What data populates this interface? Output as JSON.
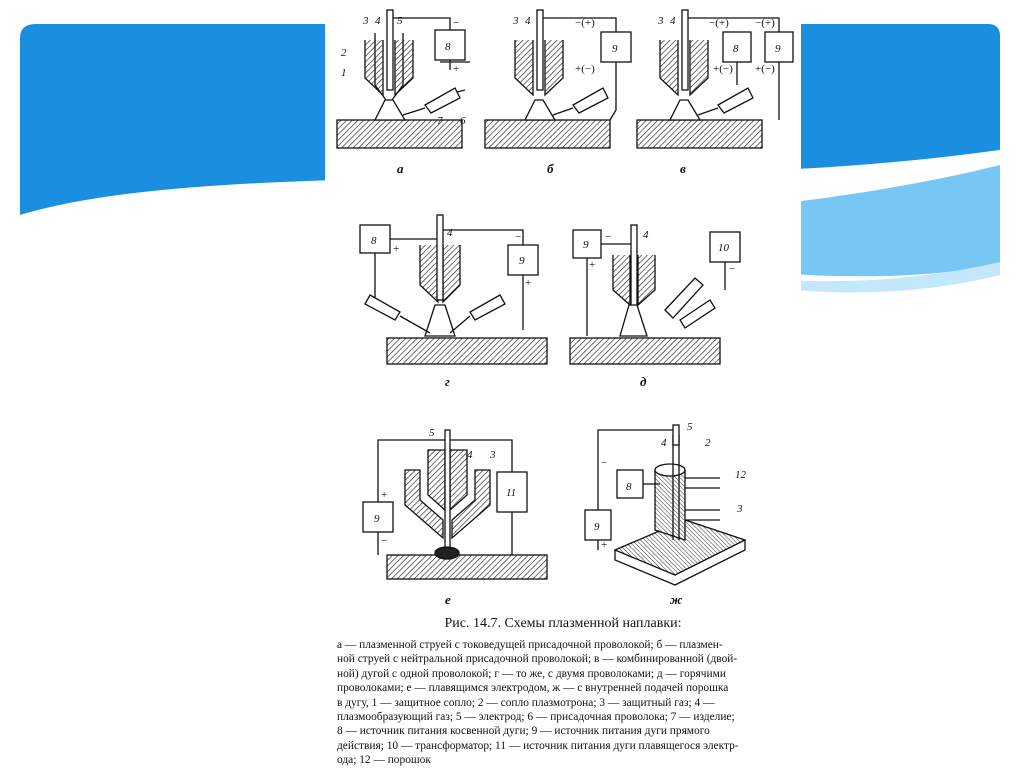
{
  "background": {
    "wave_colors": [
      "#1a8fe0",
      "#64c2f5",
      "#bfe6fb"
    ]
  },
  "figure": {
    "panels": [
      {
        "id": "a",
        "label": "а"
      },
      {
        "id": "b",
        "label": "б"
      },
      {
        "id": "v",
        "label": "в"
      },
      {
        "id": "g",
        "label": "г"
      },
      {
        "id": "d",
        "label": "д"
      },
      {
        "id": "e",
        "label": "е"
      },
      {
        "id": "zh",
        "label": "ж"
      }
    ],
    "numbers": {
      "n1": "1",
      "n2": "2",
      "n3": "3",
      "n4": "4",
      "n5": "5",
      "n6": "6",
      "n7": "7",
      "n8": "8",
      "n9": "9",
      "n10": "10",
      "n11": "11",
      "n12": "12"
    },
    "signs": {
      "minus": "−",
      "plus": "+",
      "minus_plus": "−(+)",
      "plus_minus": "+(−)"
    }
  },
  "caption": {
    "title": "Рис. 14.7. Схемы плазменной наплавки:",
    "lines": [
      "а — плазменной струей с токоведущей присадочной проволокой; б — плазмен-",
      "ной струей с нейтральной присадочной проволокой; в — комбинированной (двой-",
      "ной) дугой с одной проволокой; г — то же, с двумя проволоками; д — горячими",
      "проволоками; е — плавящимся электродом, ж — с внутренней подачей порошка",
      "в дугу, 1 — защитное сопло; 2 — сопло плазмотрона; 3 — защитный газ; 4 —",
      "плазмообразующий газ; 5 — электрод; 6 — присадочная проволока; 7 — изделие;",
      "8 — источник питания косвенной дуги; 9 — источник питания дуги прямого",
      "действия; 10 — трансформатор; 11 — источник питания дуги плавящегося электр-",
      "ода; 12 — порошок"
    ]
  }
}
